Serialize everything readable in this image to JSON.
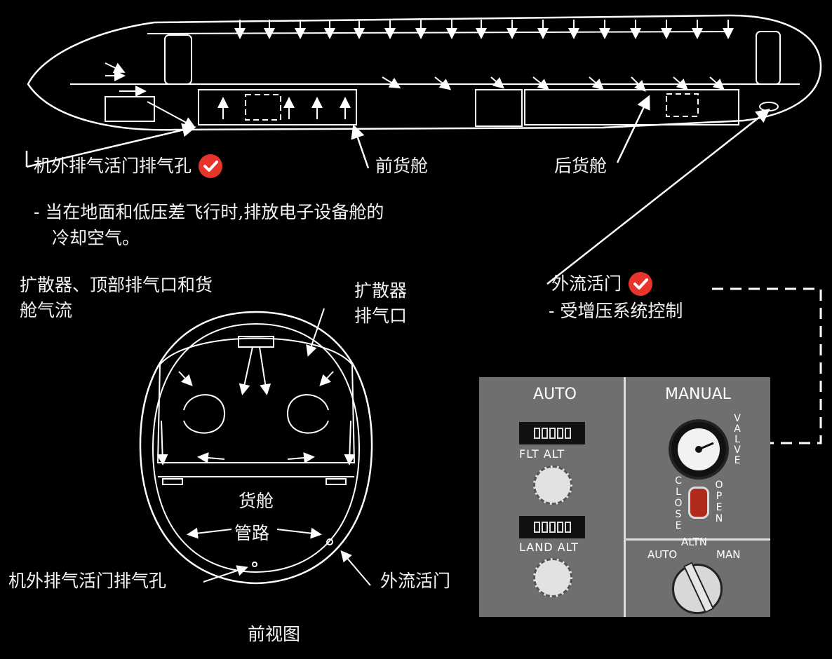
{
  "labels": {
    "vent_top": "机外排气活门排气孔",
    "fwd_cargo": "前货舱",
    "aft_cargo": "后货舱",
    "note_line1": "- 当在地面和低压差飞行时,排放电子设备舱的",
    "note_line2": "冷却空气。",
    "airflow_line1": "扩散器、顶部排气口和货",
    "airflow_line2": "舱气流",
    "diffuser_line1": "扩散器",
    "diffuser_line2": "排气口",
    "outflow_top": "外流活门",
    "outflow_note": "- 受增压系统控制",
    "cargo": "货舱",
    "duct": "管路",
    "vent_bottom": "机外排气活门排气孔",
    "outflow_bottom": "外流活门",
    "front_view": "前视图"
  },
  "panel": {
    "auto": "AUTO",
    "manual": "MANUAL",
    "flt_alt": "FLT ALT",
    "land_alt": "LAND ALT",
    "valve": "VALVE",
    "close": "CLOSE",
    "open": "OPEN",
    "altn": "ALTN",
    "mode_auto": "AUTO",
    "mode_man": "MAN"
  },
  "colors": {
    "background": "#000000",
    "lines": "#ffffff",
    "panel": "#6f6f6f",
    "check": "#e8352b",
    "toggle": "#b02a1e"
  },
  "icons": {
    "verified": "check-circle-icon"
  }
}
